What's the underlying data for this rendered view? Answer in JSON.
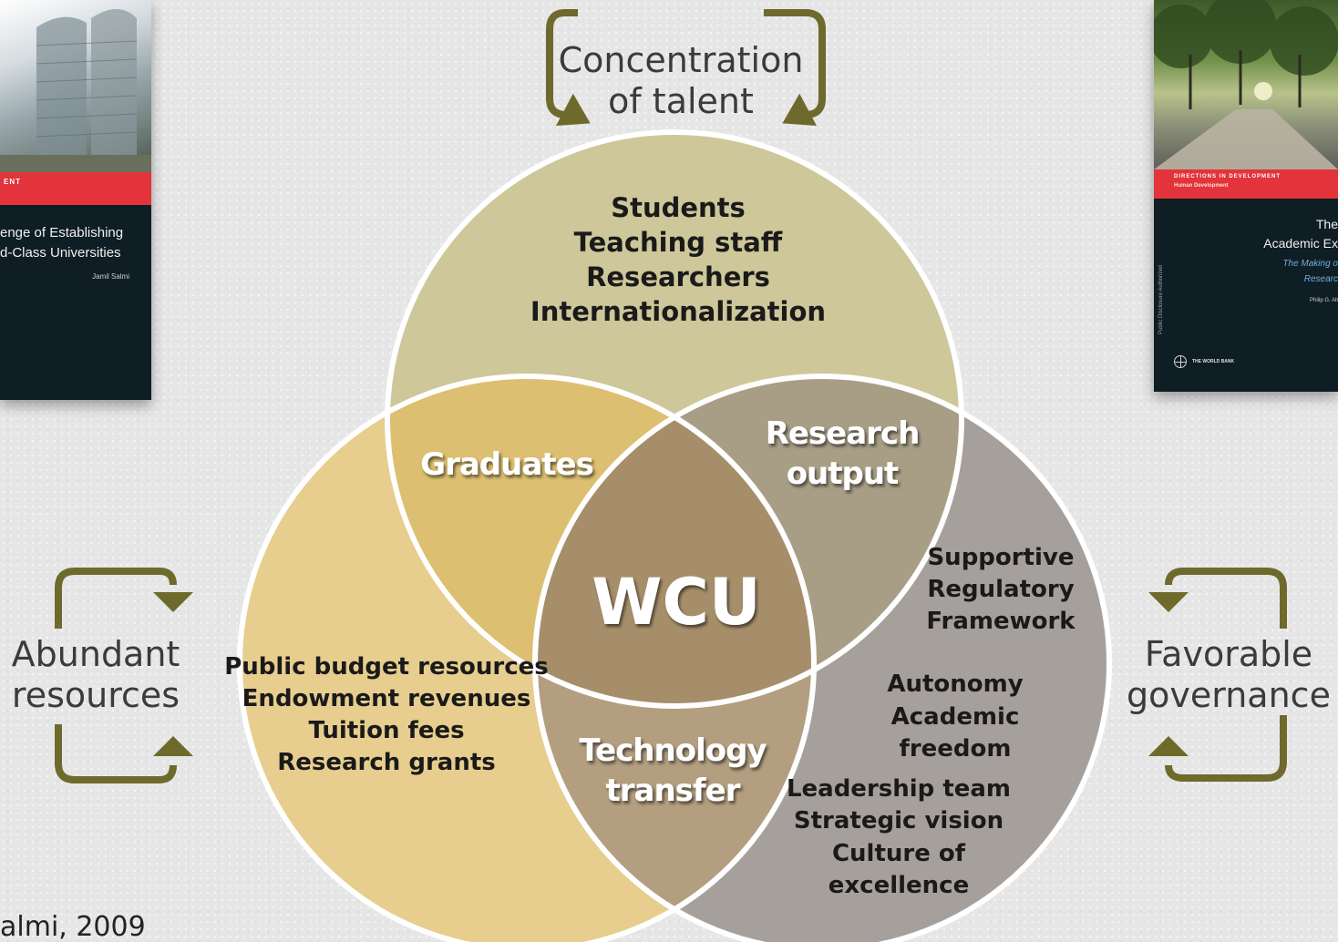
{
  "center_label": "WCU",
  "circles": {
    "top": {
      "title": "Concentration of talent",
      "title_lines": [
        "Concentration",
        "of talent"
      ],
      "items": [
        "Students",
        "Teaching staff",
        "Researchers",
        "Internationalization"
      ],
      "fill": "#cdc79a"
    },
    "left": {
      "title": "Abundant resources",
      "title_lines": [
        "Abundant",
        "resources"
      ],
      "items": [
        "Public budget resources",
        "Endowment revenues",
        "Tuition fees",
        "Research grants"
      ],
      "fill": "#e7cd8e"
    },
    "right": {
      "title": "Favorable governance",
      "title_lines": [
        "Favorable",
        "governance"
      ],
      "items": [
        "Supportive",
        "Regulatory",
        "Framework",
        "Autonomy",
        "Academic",
        "freedom",
        "Leadership team",
        "Strategic vision",
        "Culture of",
        "excellence"
      ],
      "fill": "#a6a09d"
    }
  },
  "overlaps": {
    "top_left": "Graduates",
    "top_right": [
      "Research",
      "output"
    ],
    "left_right": [
      "Technology",
      "transfer"
    ]
  },
  "books": {
    "left": {
      "series": "ENT",
      "title_lines": [
        "enge of Establishing",
        "d-Class Universities"
      ],
      "author": "Jamil Salmi"
    },
    "right": {
      "series": "DIRECTIONS IN DEVELOPMENT",
      "subseries": "Human Development",
      "title_lines": [
        "The",
        "Academic Ex"
      ],
      "subtitle_lines": [
        "The Making o",
        "Researc"
      ],
      "author": "Philip G. Alt",
      "publisher": "THE WORLD BANK",
      "spine_text": "Public Disclosure Authorized"
    }
  },
  "citation": "almi, 2009",
  "colors": {
    "arrow": "#6e6a2c",
    "outline": "#ffffff",
    "text": "#1a1a1a"
  }
}
